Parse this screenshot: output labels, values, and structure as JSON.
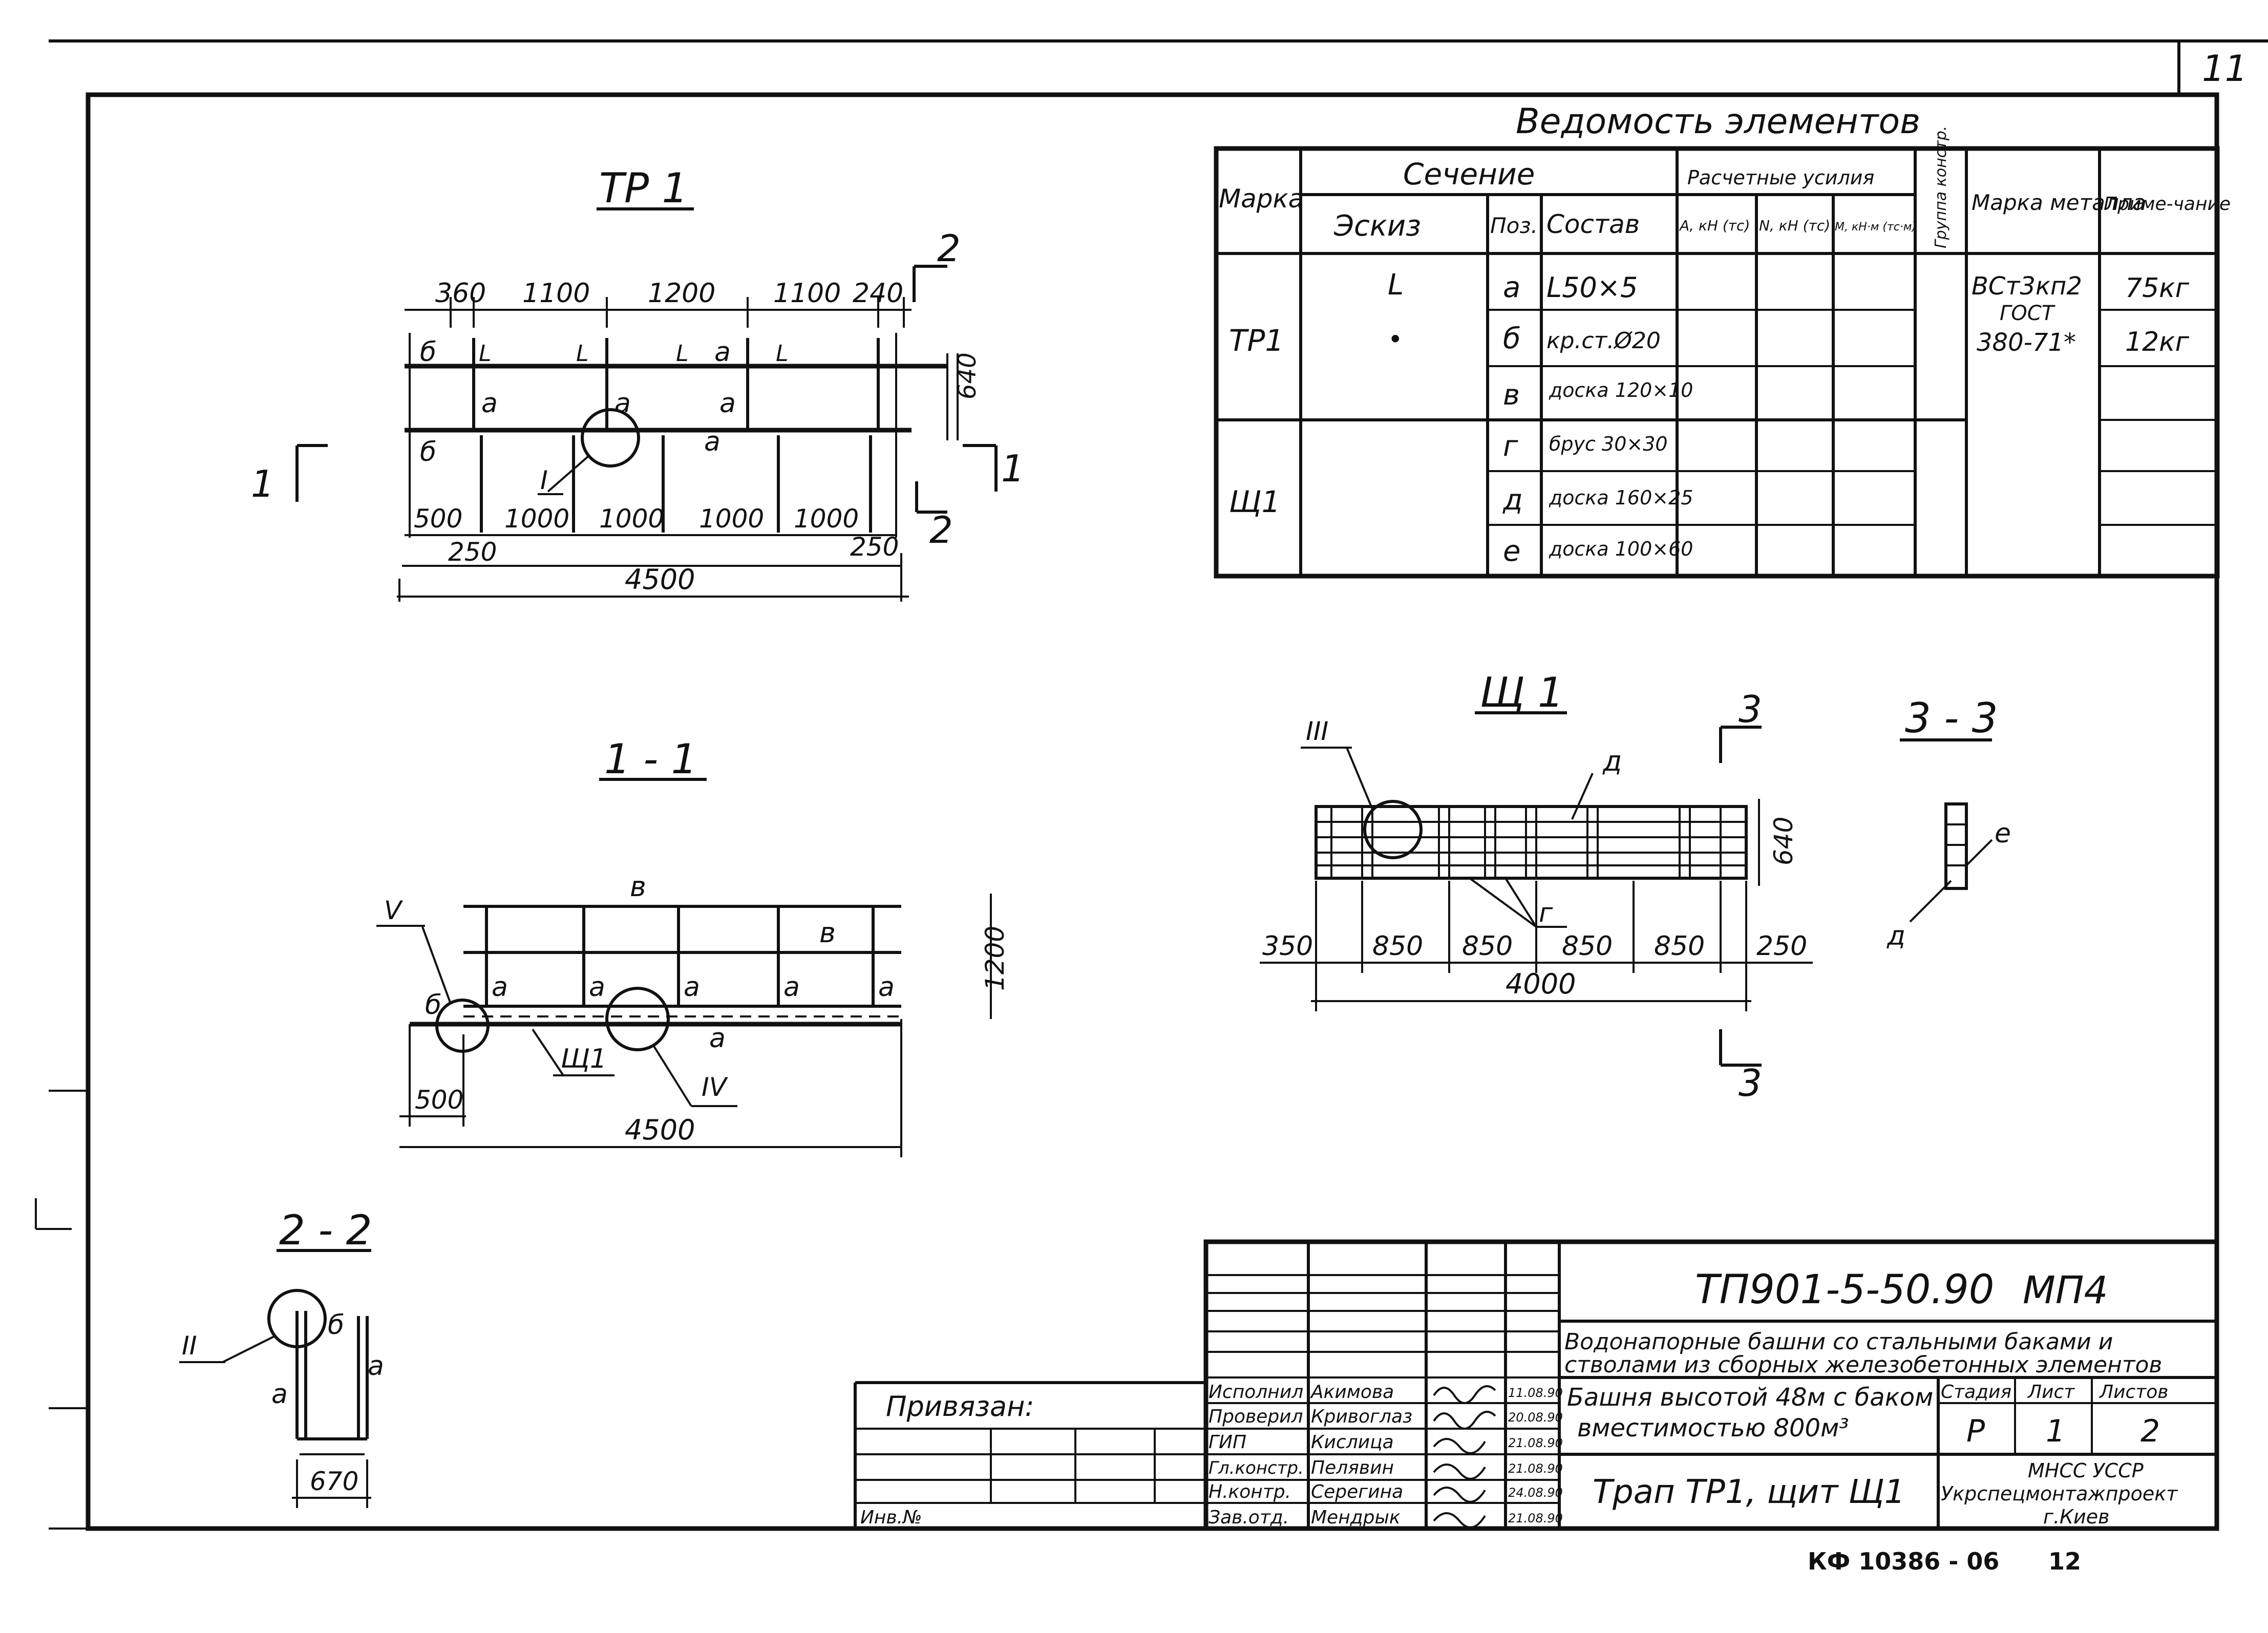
{
  "sheet_corner": "11",
  "tp1_view": {
    "title": "ТР 1",
    "dims_top": [
      "360",
      "1100",
      "1200",
      "1100",
      "240"
    ],
    "dims_bottom": [
      "500",
      "1000",
      "1000",
      "1000",
      "1000"
    ],
    "dim_left_offset": "250",
    "dim_right_offset": "250",
    "dim_total": "4500",
    "dim_height": "640",
    "callout_I": "I",
    "cut_1": "1",
    "cut_2": "2",
    "label_a": "а",
    "label_b": "б",
    "angle_mark": "L"
  },
  "section_1_1": {
    "title": "1 - 1",
    "label_v": "в",
    "label_a": "а",
    "label_b": "б",
    "label_shch1": "Щ1",
    "callout_V": "V",
    "callout_IV": "IV",
    "dim_height": "1200",
    "dim_left": "500",
    "dim_total": "4500"
  },
  "section_2_2": {
    "title": "2 - 2",
    "callout_II": "II",
    "label_a": "а",
    "label_b": "б",
    "dim_width": "670"
  },
  "shch1_view": {
    "title": "Щ 1",
    "callout_III": "III",
    "label_d": "д",
    "label_g": "г",
    "dim_height": "640",
    "dims": [
      "350",
      "850",
      "850",
      "850",
      "850",
      "250"
    ],
    "dim_total": "4000",
    "cut_3": "3"
  },
  "section_3_3": {
    "title": "3 - 3",
    "label_e": "е",
    "label_d": "д"
  },
  "element_table": {
    "title": "Ведомость элементов",
    "headers": {
      "marka": "Марка",
      "sechenie": "Сечение",
      "eskiz": "Эскиз",
      "poz": "Поз.",
      "sostav": "Состав",
      "efforts": "Расчетные усилия",
      "a_kn": "А, кН (тс)",
      "n_kn": "N, кН (тс)",
      "m_kn": "М, кН·м (тс·м)",
      "group": "Группа констр.",
      "metal": "Марка металла",
      "note": "Приме-чание"
    },
    "rows": [
      {
        "marka": "ТР1",
        "eskiz": "L",
        "poz": "а",
        "sostav": "L50×5",
        "metal": "ВСт3кп2 ГОСТ 380-71*",
        "note": "75кг"
      },
      {
        "marka": "",
        "eskiz": "•",
        "poz": "б",
        "sostav": "кр.ст.Ø20",
        "metal": "",
        "note": "12кг"
      },
      {
        "marka": "",
        "eskiz": "",
        "poz": "в",
        "sostav": "доска 120×10",
        "metal": "",
        "note": ""
      },
      {
        "marka": "Щ1",
        "eskiz": "",
        "poz": "г",
        "sostav": "брус 30×30",
        "metal": "",
        "note": ""
      },
      {
        "marka": "",
        "eskiz": "",
        "poz": "д",
        "sostav": "доска 160×25",
        "metal": "",
        "note": ""
      },
      {
        "marka": "",
        "eskiz": "",
        "poz": "е",
        "sostav": "доска 100×60",
        "metal": "",
        "note": ""
      }
    ],
    "metal_line1": "ВСт3кп2",
    "metal_line2": "ГОСТ",
    "metal_line3": "380-71*"
  },
  "title_block": {
    "project_code": "ТП901-5-50.90",
    "part": "МП4",
    "description_line1": "Водонапорные башни со стальными баками и",
    "description_line2": "стволами из сборных железобетонных элементов",
    "tower_line1": "Башня высотой 48м с баком",
    "tower_line2": "вместимостью 800м³",
    "sheet_title": "Трап ТР1, щит Щ1",
    "stage_label": "Стадия",
    "sheet_label": "Лист",
    "sheets_label": "Листов",
    "stage": "Р",
    "sheet": "1",
    "sheets": "2",
    "org_line1": "МНСС УССР",
    "org_line2": "Укрспецмонтажпроект",
    "org_line3": "г.Киев",
    "bound_label": "Привязан:",
    "inv_label": "Инв.№",
    "signatures": [
      {
        "role": "Исполнил",
        "name": "Акимова",
        "date": "11.08.90"
      },
      {
        "role": "Проверил",
        "name": "Кривоглаз",
        "date": "20.08.90"
      },
      {
        "role": "ГИП",
        "name": "Кислица",
        "date": "21.08.90"
      },
      {
        "role": "Гл.констр.",
        "name": "Пелявин",
        "date": "21.08.90"
      },
      {
        "role": "Н.контр.",
        "name": "Серегина",
        "date": "24.08.90"
      },
      {
        "role": "Зав.отд.",
        "name": "Мендрык",
        "date": "21.08.90"
      }
    ]
  },
  "footer_code": "КФ 10386 - 06",
  "footer_num": "12"
}
